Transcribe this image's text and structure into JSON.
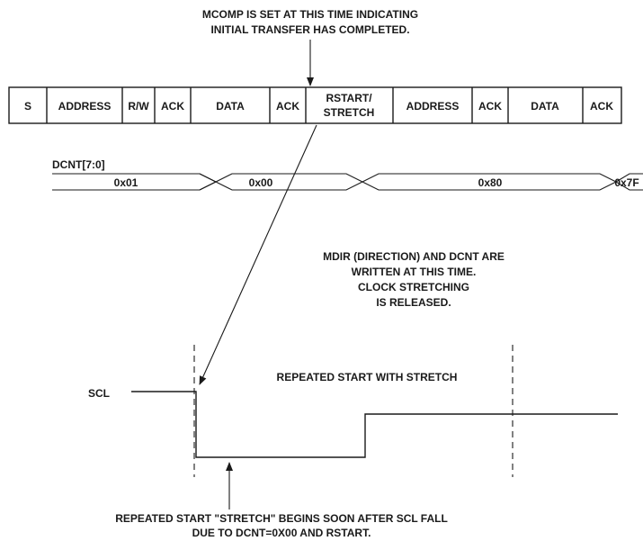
{
  "notes": {
    "top_line1": "MCOMP IS SET AT THIS TIME INDICATING",
    "top_line2": "INITIAL TRANSFER HAS COMPLETED.",
    "mid_line1": "MDIR (DIRECTION) AND DCNT ARE",
    "mid_line2": "WRITTEN AT THIS TIME.",
    "mid_line3": "CLOCK STRETCHING",
    "mid_line4": "IS RELEASED.",
    "bottom_line1": "REPEATED START \"STRETCH\" BEGINS SOON AFTER SCL FALL",
    "bottom_line2": "DUE TO DCNT=0X00 AND RSTART.",
    "stretch_label": "REPEATED START WITH STRETCH"
  },
  "frame": {
    "fields": [
      {
        "line1": "S",
        "line2": ""
      },
      {
        "line1": "ADDRESS",
        "line2": ""
      },
      {
        "line1": "R/W",
        "line2": ""
      },
      {
        "line1": "ACK",
        "line2": ""
      },
      {
        "line1": "DATA",
        "line2": ""
      },
      {
        "line1": "ACK",
        "line2": ""
      },
      {
        "line1": "RSTART/",
        "line2": "STRETCH"
      },
      {
        "line1": "ADDRESS",
        "line2": ""
      },
      {
        "line1": "ACK",
        "line2": ""
      },
      {
        "line1": "DATA",
        "line2": ""
      },
      {
        "line1": "ACK",
        "line2": ""
      }
    ]
  },
  "dcnt": {
    "label": "DCNT[7:0]",
    "values": [
      "0x01",
      "0x00",
      "0x80",
      "0x7F"
    ]
  },
  "scl": {
    "label": "SCL"
  }
}
